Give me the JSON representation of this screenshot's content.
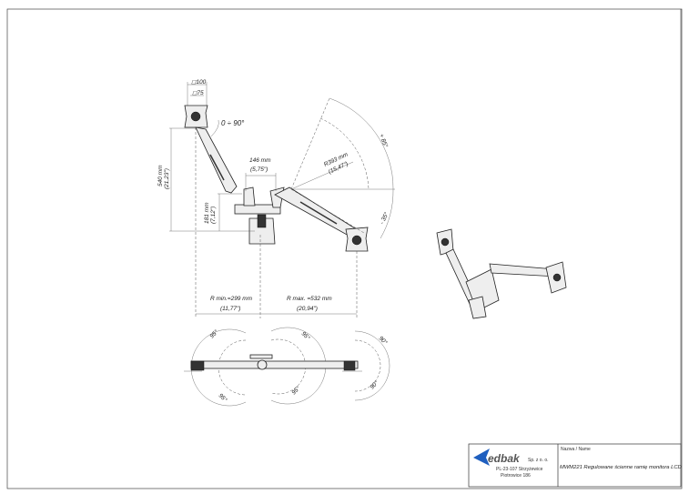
{
  "drawing": {
    "side_view": {
      "vesa_100": "◻100",
      "vesa_75": "◻75",
      "tilt": "0 ÷ 90°",
      "height_mm": "540 mm",
      "height_in": "(21,23\")",
      "base_height_mm": "181 mm",
      "base_height_in": "(7,12\")",
      "width_mm": "146 mm",
      "width_in": "(5,75\")",
      "radius_mm": "R393 mm",
      "radius_in": "(15,47\")",
      "angle_up": "+ 85°",
      "angle_down": "- 35°",
      "rmin_mm": "R min.=299 mm",
      "rmin_in": "(11,77\")",
      "rmax_mm": "R max. =532 mm",
      "rmax_in": "(20,94\")"
    },
    "top_view": {
      "angles": [
        "95°",
        "95°",
        "95°",
        "95°",
        "90°",
        "90°"
      ]
    }
  },
  "title_block": {
    "logo": "edbak",
    "company_suffix": "Sp. z o. o.",
    "address_line1": "PL-23-107 Strzyżewice",
    "address_line2": "Piotrowice 186",
    "name_label": "Nazwa / Name",
    "name_value": "MWM221 Regulowane ścienne ramię monitora LCD",
    "brand_color": "#1f5fbf"
  }
}
